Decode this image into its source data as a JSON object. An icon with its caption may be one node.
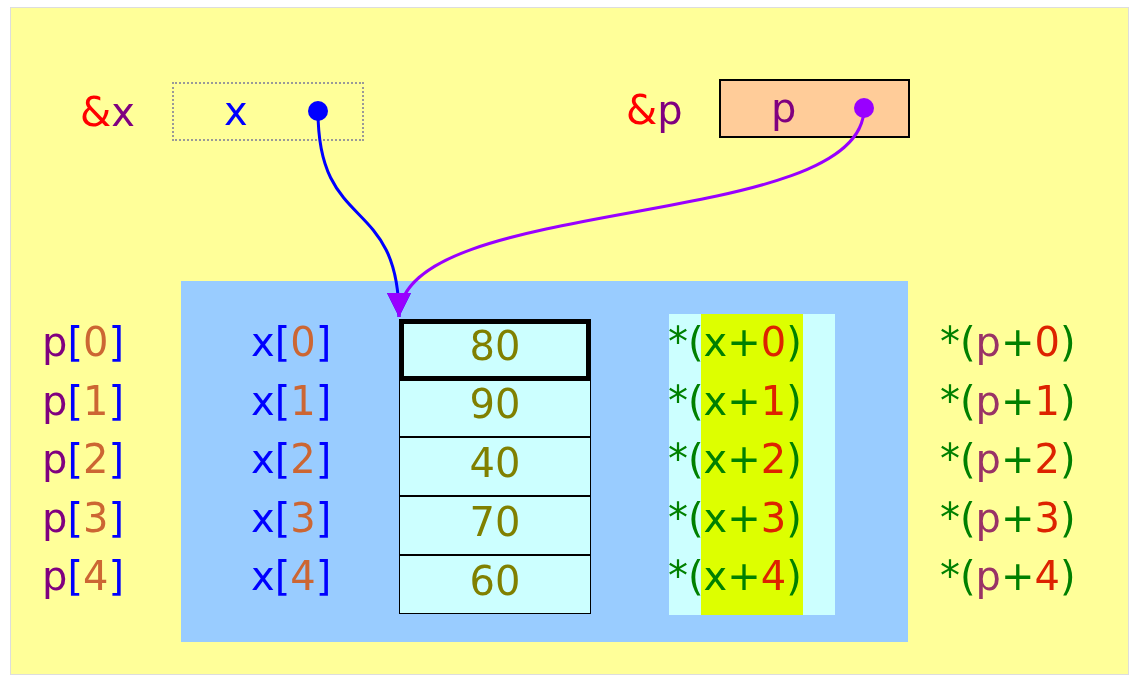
{
  "diagram": {
    "nodes": [
      {
        "text": [
          "x"
        ]
      },
      {
        "text": [
          "p"
        ]
      },
      {
        "text": [],
        "shape": "box"
      },
      {
        "text": [
          "80"
        ],
        "in": 2
      },
      {
        "text": [
          "90"
        ],
        "in": 2
      },
      {
        "text": [
          "40"
        ],
        "in": 2
      },
      {
        "text": [
          "70"
        ],
        "in": 2
      },
      {
        "text": [
          "60"
        ],
        "in": 2
      }
    ],
    "edges": [
      {
        "from": 0,
        "to": 3,
        "arrow": "to",
        "color": "#0000ff"
      },
      {
        "from": 1,
        "to": 3,
        "arrow": "to",
        "color": "#9900ff"
      }
    ],
    "labels": [
      "&x",
      "&p",
      "p[0]",
      "x[0]",
      "*(x+0)",
      "*(p+0)",
      "p[1]",
      "x[1]",
      "*(x+1)",
      "*(p+1)",
      "p[2]",
      "x[2]",
      "*(x+2)",
      "*(p+2)",
      "p[3]",
      "x[3]",
      "*(x+3)",
      "*(p+3)",
      "p[4]",
      "x[4]",
      "*(x+4)",
      "*(p+4)"
    ]
  }
}
